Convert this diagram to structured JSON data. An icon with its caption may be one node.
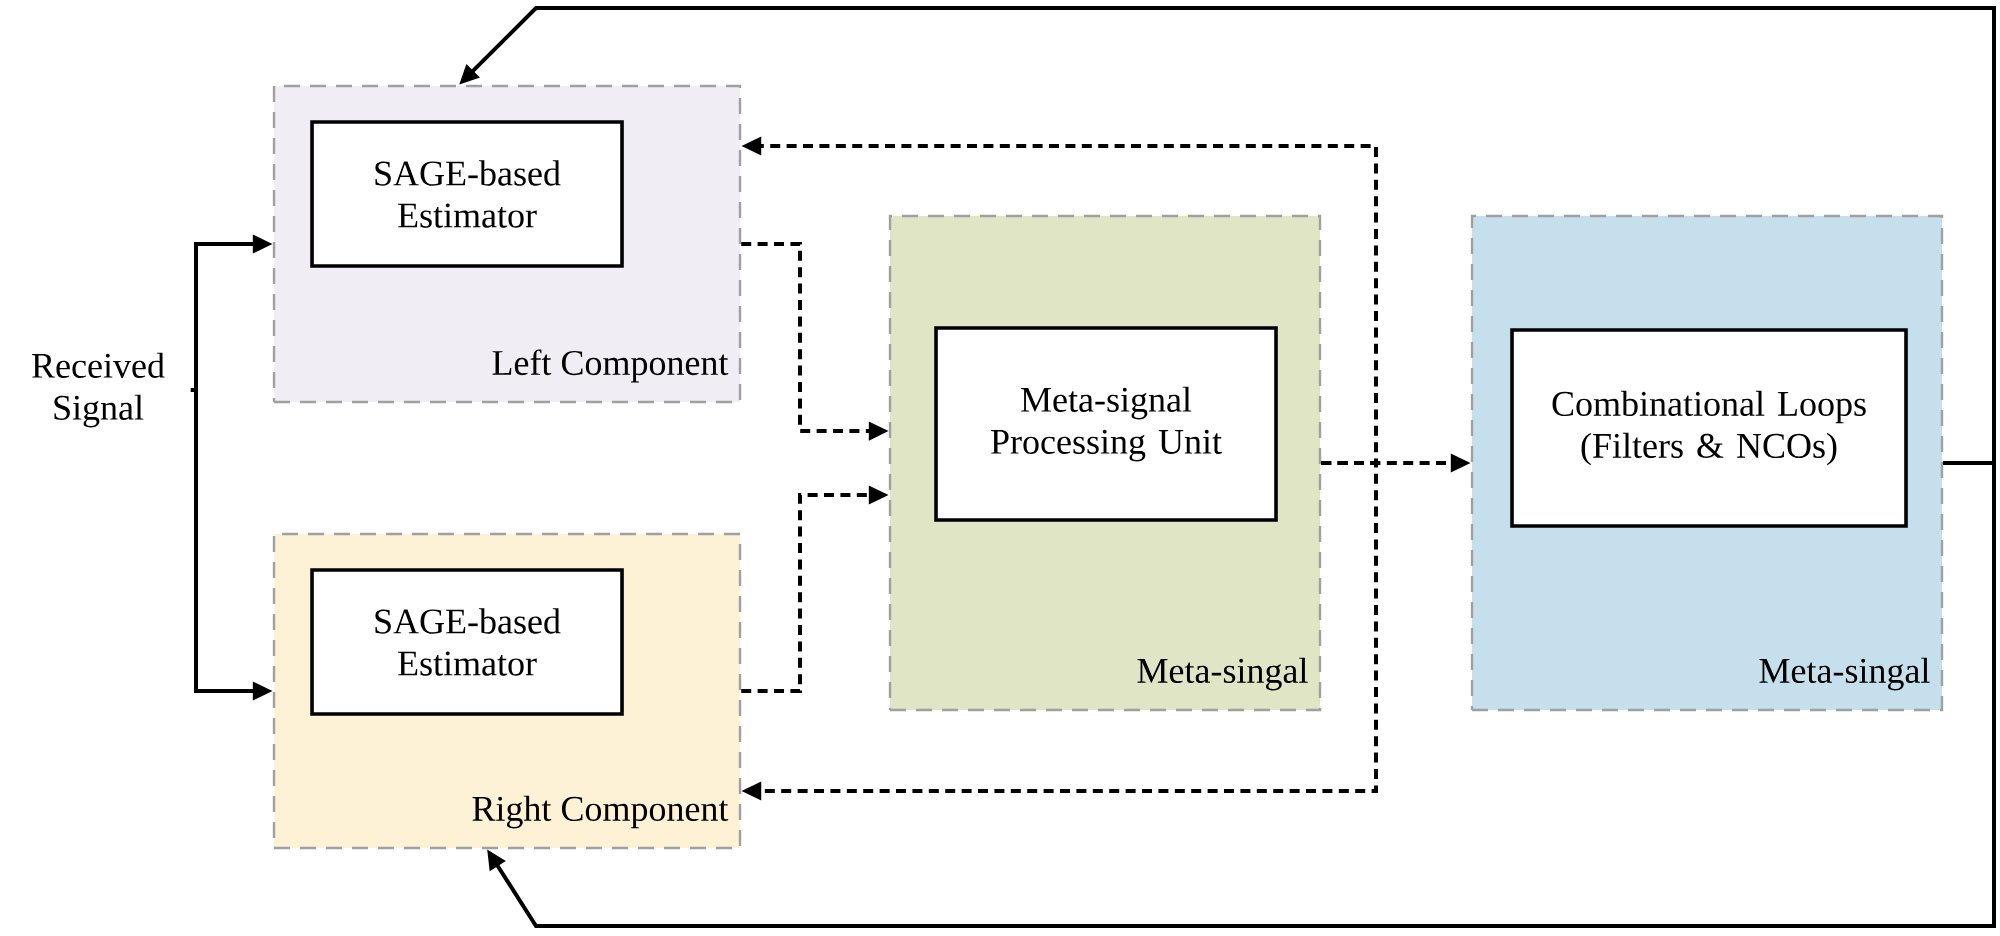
{
  "diagram": {
    "nodes": [
      {
        "text": [
          "Received Signal"
        ]
      },
      {
        "text": [
          "Left Component"
        ]
      },
      {
        "text": [
          "SAGE-based Estimator"
        ],
        "in": 1
      },
      {
        "text": [
          "Right Component"
        ]
      },
      {
        "text": [
          "SAGE-based Estimator"
        ],
        "in": 3
      },
      {
        "text": [
          "Meta-singal"
        ]
      },
      {
        "text": [
          "Meta-signal Processing Unit"
        ],
        "in": 5
      },
      {
        "text": [
          "Meta-singal"
        ]
      },
      {
        "text": [
          "Combinational Loops (Filters & NCOs)"
        ],
        "in": 7
      }
    ],
    "edges": [
      {
        "from": 0,
        "to": 1,
        "arrow": "to"
      },
      {
        "from": 0,
        "to": 3,
        "arrow": "to"
      },
      {
        "from": 1,
        "to": 5,
        "arrow": "to",
        "style": "dashed"
      },
      {
        "from": 3,
        "to": 5,
        "arrow": "to",
        "style": "dashed"
      },
      {
        "from": 5,
        "to": 7,
        "arrow": "to",
        "style": "dashed"
      },
      {
        "from": 5,
        "to": 1,
        "arrow": "to",
        "style": "dashed"
      },
      {
        "from": 5,
        "to": 3,
        "arrow": "to",
        "style": "dashed"
      },
      {
        "from": 7,
        "to": 1,
        "arrow": "to"
      },
      {
        "from": 7,
        "to": 3,
        "arrow": "to"
      }
    ]
  }
}
